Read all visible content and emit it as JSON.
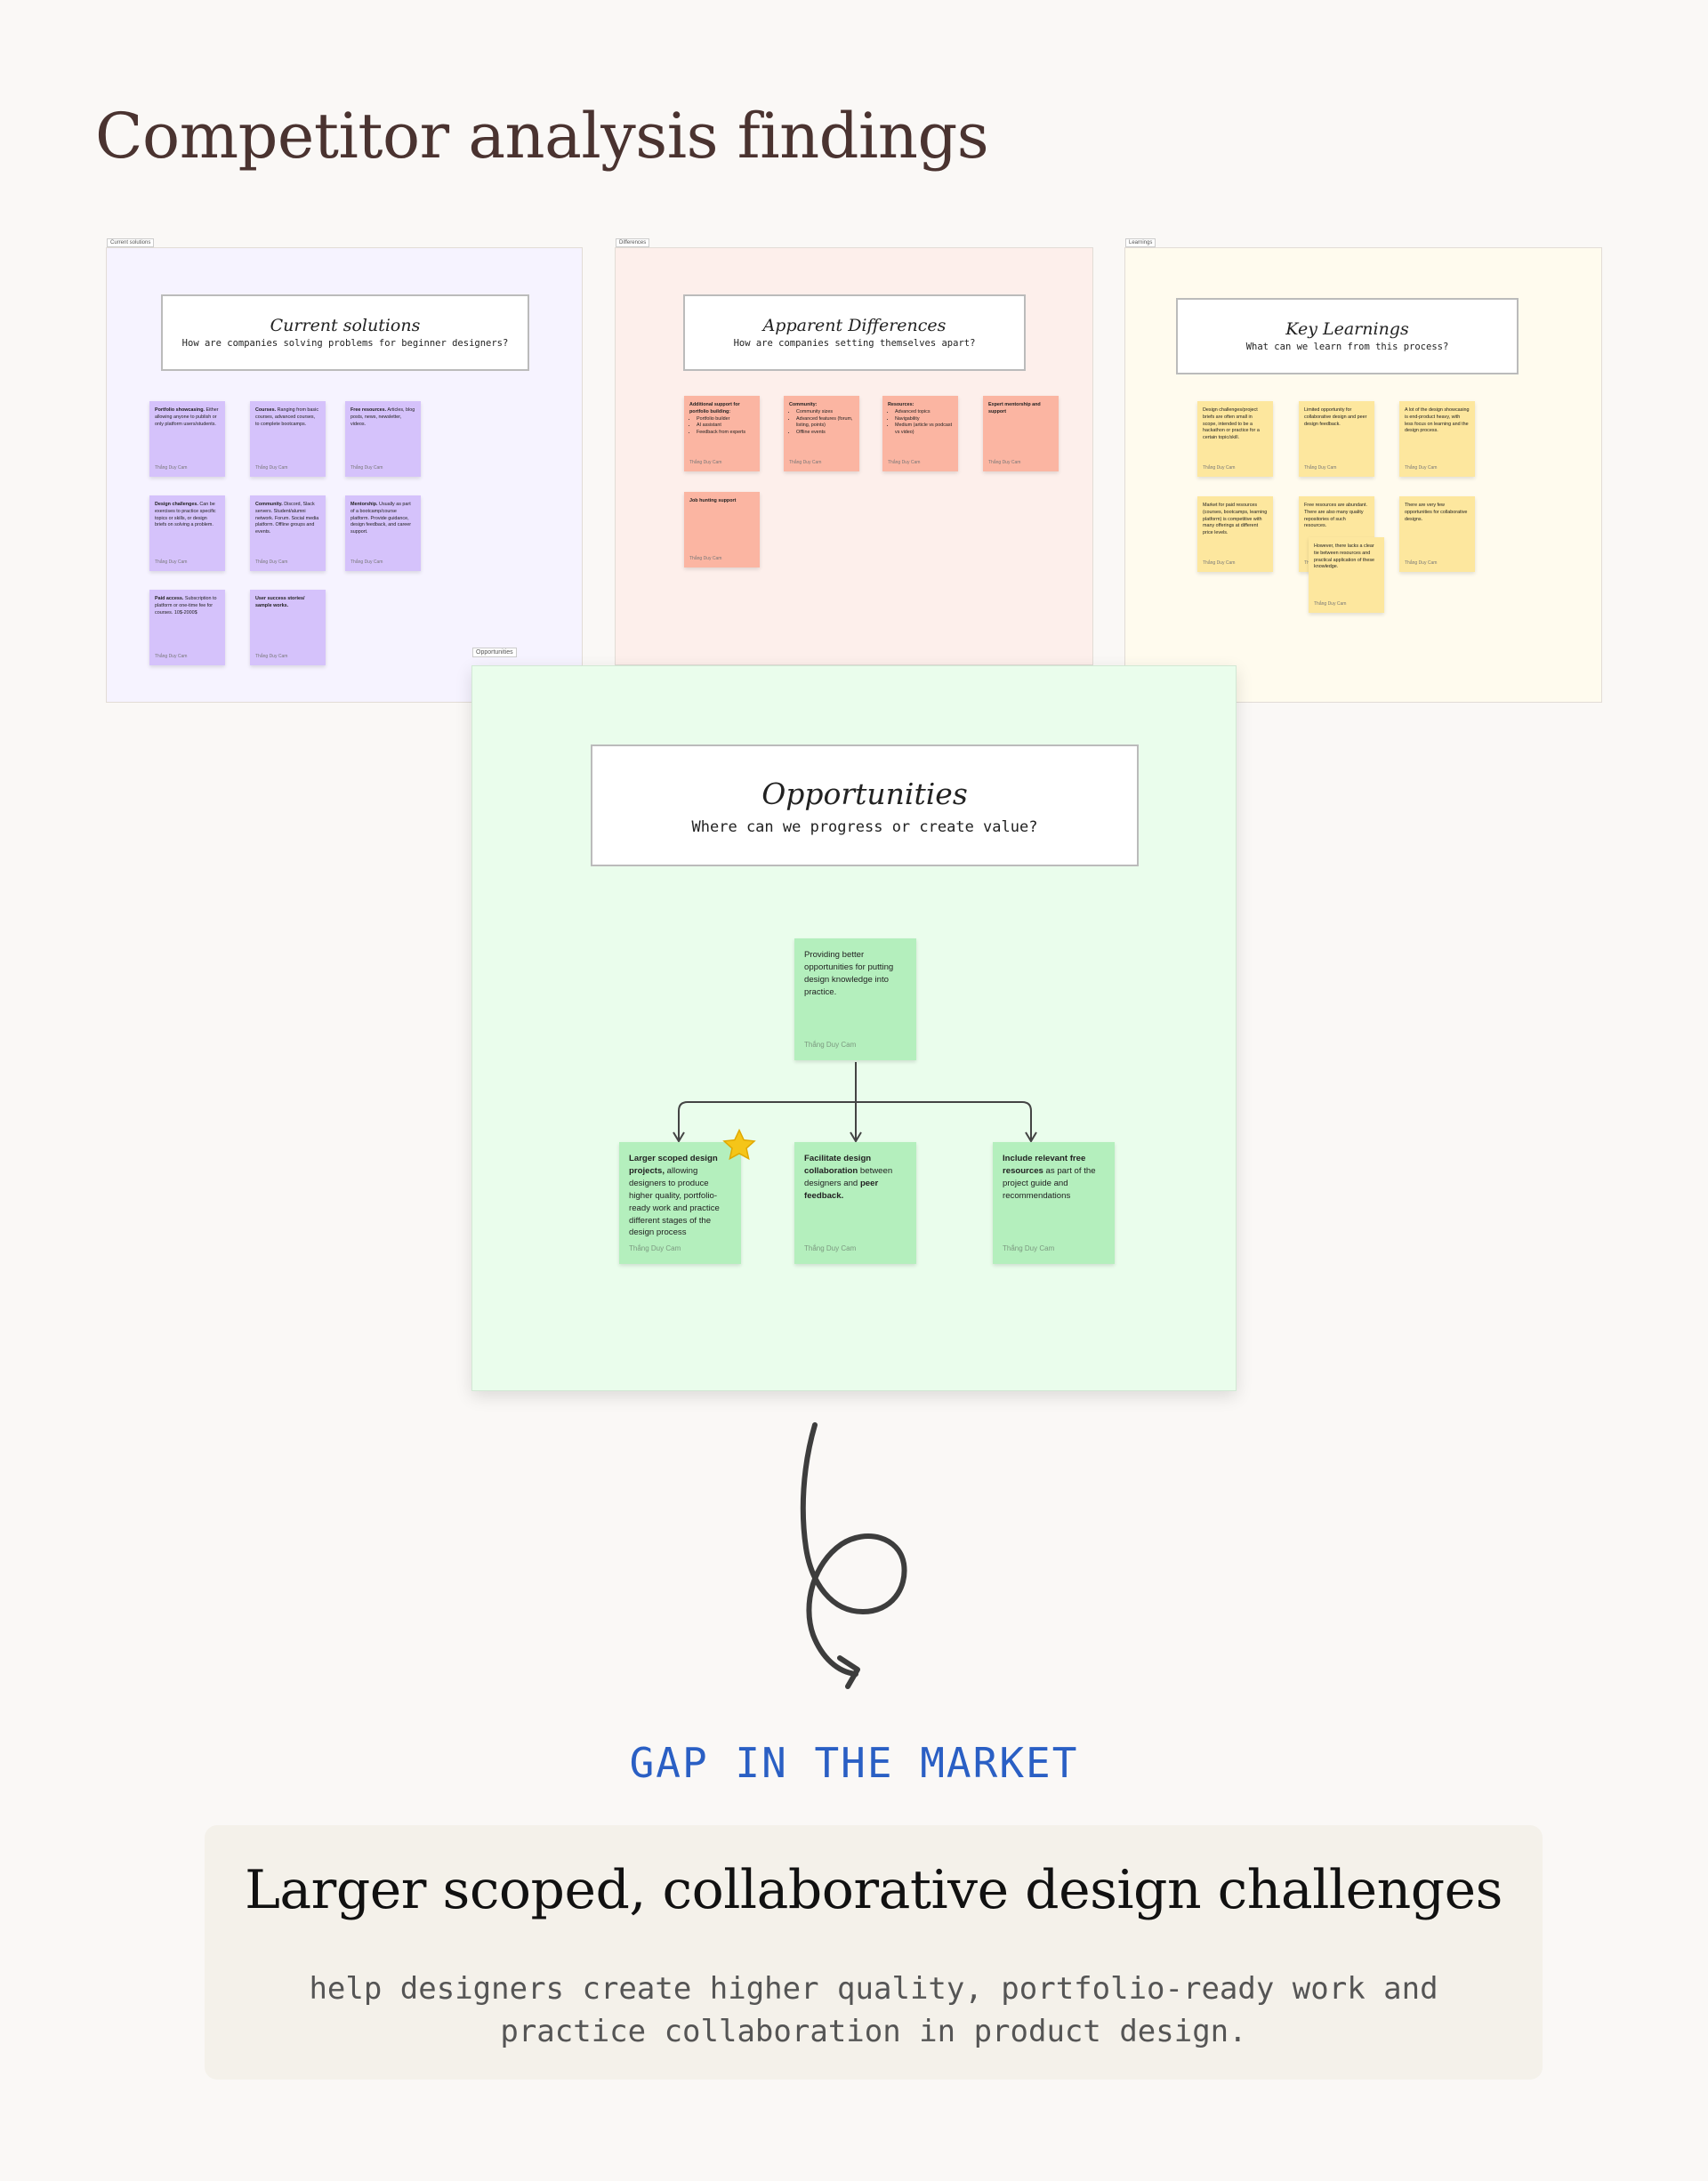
{
  "page": {
    "title": "Competitor analysis findings"
  },
  "boards": {
    "current": {
      "label": "Current solutions",
      "title": "Current solutions",
      "subtitle": "How are companies solving problems for beginner designers?",
      "author": "Thắng Duy Cam",
      "notes": [
        {
          "bold": "Portfolio showcasing.",
          "text": " Either allowing anyone to publish or only platform users/students."
        },
        {
          "bold": "Courses.",
          "text": " Ranging from basic courses, advanced courses, to complete bootcamps."
        },
        {
          "bold": "Free resources.",
          "text": " Articles, blog posts, news, newsletter, videos."
        },
        {
          "bold": "Design challenges.",
          "text": " Can be exercises to practice specific topics or skills, or design briefs on solving a problem."
        },
        {
          "bold": "Community.",
          "text": " Discord, Slack servers. Student/alumni network. Forum. Social media platform. Offline groups and events."
        },
        {
          "bold": "Mentorship.",
          "text": " Usually as part of a bootcamp/course platform. Provide guidance, design feedback, and career support."
        },
        {
          "bold": "Paid access.",
          "text": " Subscription to platform or one-time fee for courses. 10$-2000$"
        },
        {
          "bold": "User success stories/ sample works.",
          "text": ""
        }
      ]
    },
    "differences": {
      "label": "Differences",
      "title": "Apparent Differences",
      "subtitle": "How are companies setting themselves apart?",
      "author": "Thắng Duy Cam",
      "notes": [
        {
          "bold": "Additional support for portfolio building:",
          "items": [
            "Portfolio builder",
            "AI assistant",
            "Feedback from experts"
          ]
        },
        {
          "bold": "Community:",
          "items": [
            "Community sizes",
            "Advanced features (forum, listing, points)",
            "Offline events"
          ]
        },
        {
          "bold": "Resources:",
          "items": [
            "Advanced topics",
            "Navigability",
            "Medium (article vs podcast vs video)"
          ]
        },
        {
          "bold": "Expert mentorship and support",
          "items": []
        },
        {
          "bold": "Job hunting support",
          "items": []
        }
      ]
    },
    "learnings": {
      "label": "Learnings",
      "title": "Key Learnings",
      "subtitle": "What can we learn from this process?",
      "author": "Thắng Duy Cam",
      "notes": [
        {
          "text": "Design challenges/project briefs are often small in scope, intended to be a hackathon or practice for a certain topic/skill."
        },
        {
          "text": "Limited opportunity for collaborative design and peer design feedback."
        },
        {
          "text": "A lot of the design showcasing is end-product heavy, with less focus on learning and the design process."
        },
        {
          "text": "Market for paid resources (courses, bootcamps, learning platform) is competitive with many offerings at different price levels."
        },
        {
          "text": "Free resources are abundant. There are also many quality repositories of such resources."
        },
        {
          "text": "There are very few opportunities for collaborative designs."
        },
        {
          "text": "However, there lacks a clear tie between resources and practical application of these knowledge."
        }
      ]
    },
    "opportunities": {
      "label": "Opportunities",
      "title": "Opportunities",
      "subtitle": "Where can we progress or create value?",
      "author": "Thắng Duy Cam",
      "root": {
        "text": "Providing better opportunities for putting design knowledge into practice."
      },
      "children": [
        {
          "parts": [
            {
              "b": true,
              "t": "Larger scoped design projects,"
            },
            {
              "b": false,
              "t": " allowing designers to produce higher quality, portfolio-ready work and practice different stages of the design process"
            }
          ],
          "starred": true
        },
        {
          "parts": [
            {
              "b": true,
              "t": "Facilitate design collaboration"
            },
            {
              "b": false,
              "t": " between designers and "
            },
            {
              "b": true,
              "t": "peer feedback."
            }
          ],
          "starred": false
        },
        {
          "parts": [
            {
              "b": true,
              "t": "Include relevant free resources"
            },
            {
              "b": false,
              "t": " as part of the project guide and recommendations"
            }
          ],
          "starred": false
        }
      ]
    }
  },
  "gap": {
    "label": "GAP IN THE MARKET"
  },
  "result": {
    "title": "Larger scoped, collaborative design challenges",
    "description_line1": "help designers create higher quality, portfolio-ready work and",
    "description_line2": "practice collaboration in product design."
  },
  "colors": {
    "title": "#4a3330",
    "gap_label": "#2a5fc4",
    "current_bg": "#f6f3ff",
    "differences_bg": "#fdefeb",
    "learnings_bg": "#fffbee",
    "opportunities_bg": "#eafdec",
    "purple_note": "#d5c2fb",
    "salmon_note": "#fbb5a2",
    "yellow_note": "#fde79e",
    "green_note": "#b4efbd",
    "star": "#f5c518"
  },
  "icons": {
    "star": "star-icon",
    "arrow": "curly-arrow-icon"
  }
}
